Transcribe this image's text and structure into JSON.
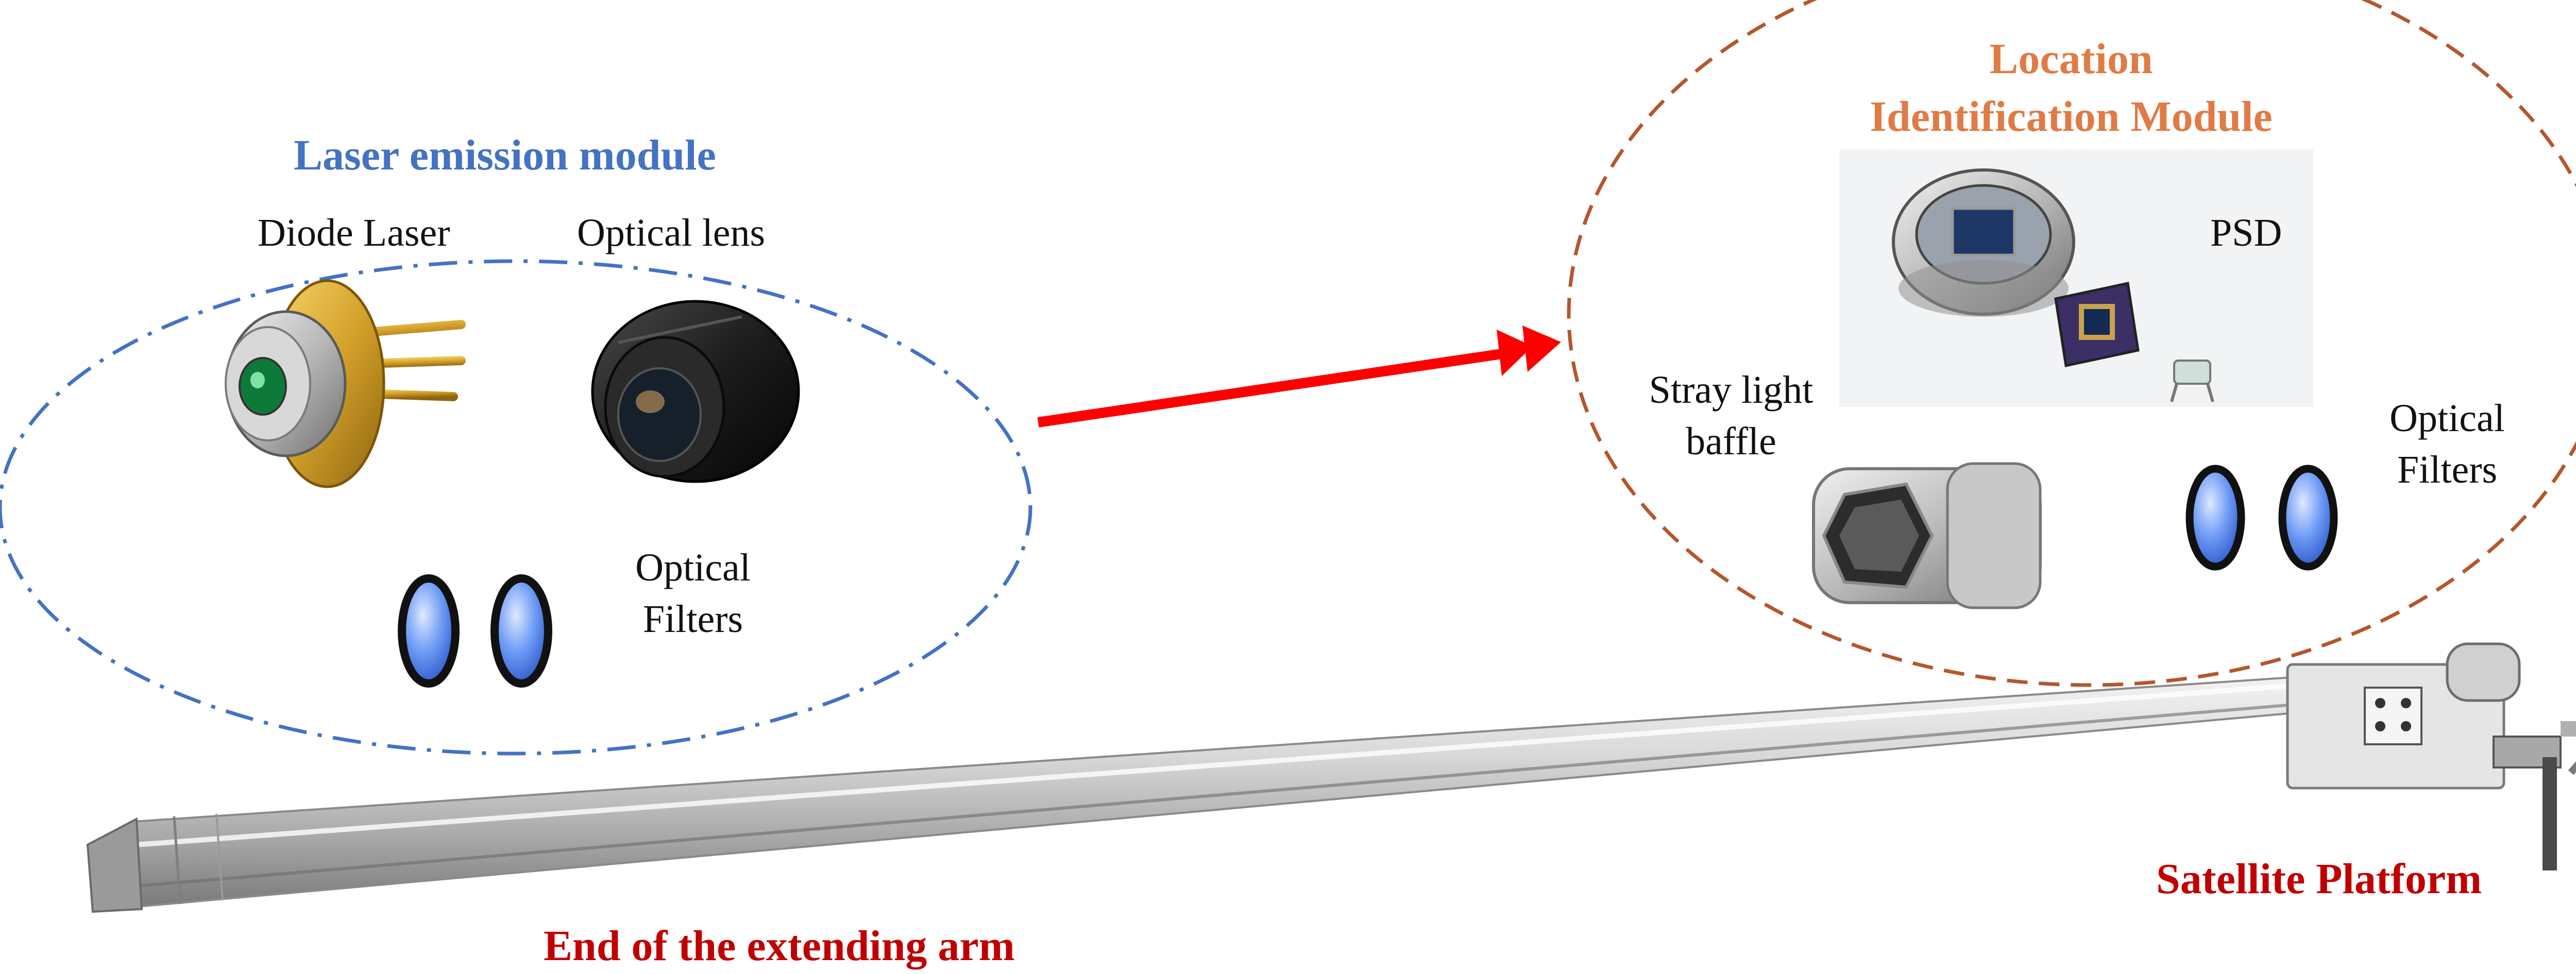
{
  "colors": {
    "laser_module_accent": "#4472C4",
    "location_module_accent": "#E07B45",
    "red_label": "#C00000",
    "arrow": "#FF0000",
    "filter_blue": "#5B8DEF"
  },
  "laser_module": {
    "title": "Laser emission module",
    "diode_label": "Diode Laser",
    "lens_label": "Optical lens",
    "filters_label_1": "Optical",
    "filters_label_2": "Filters"
  },
  "location_module": {
    "title_line1": "Location",
    "title_line2": "Identification Module",
    "psd_label": "PSD",
    "baffle_label_1": "Stray light",
    "baffle_label_2": "baffle",
    "filters_label_1": "Optical",
    "filters_label_2": "Filters"
  },
  "arm": {
    "end_label": "End of the extending arm",
    "platform_label": "Satellite Platform"
  },
  "icons": {
    "diode_laser": "diode-laser-icon",
    "optical_lens": "optical-lens-icon",
    "optical_filter": "optical-filter-icon",
    "psd": "psd-sensor-icon",
    "baffle": "stray-light-baffle-icon",
    "arm": "extending-arm-icon",
    "platform": "satellite-platform-mount-icon",
    "beam": "laser-beam-arrow-icon"
  }
}
